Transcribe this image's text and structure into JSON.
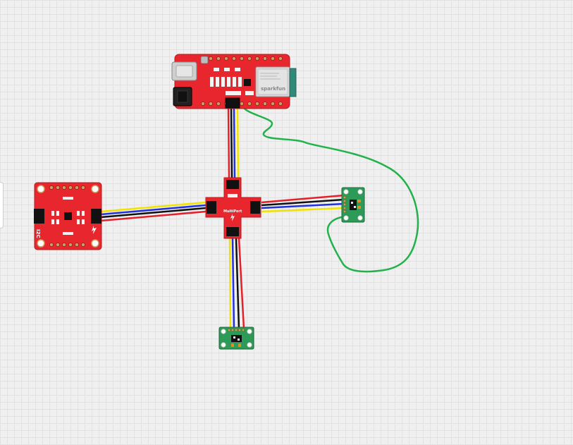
{
  "colors": {
    "background": "#f0f0f0",
    "grid": "#e2e2e2",
    "board_red": "#e8262d",
    "board_green": "#2e9a57",
    "wire_red": "#e6202a",
    "wire_black": "#111111",
    "wire_blue": "#2233dd",
    "wire_yellow": "#f2e200",
    "wire_green": "#22b24c"
  },
  "boards": {
    "microcontroller": {
      "brand": "sparkfun"
    },
    "qwiic_multiport": {
      "label": "MultiPort"
    },
    "sensor_breakout": {
      "label": "I2C"
    },
    "tof_sensor_right": {},
    "tof_sensor_bottom": {}
  },
  "icons": [
    "usb-c-port-icon",
    "battery-jst-icon",
    "flame-logo-icon"
  ]
}
